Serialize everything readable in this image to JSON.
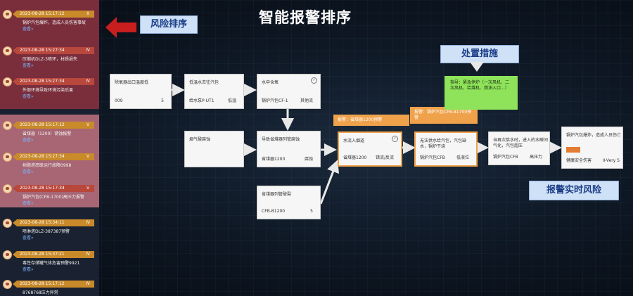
{
  "title": "智能报警排序",
  "callouts": {
    "risk_sort": "风险排序",
    "measures": "处置措施",
    "realtime_risk": "报警实时风险"
  },
  "alerts": [
    {
      "time": "2023-08-28  15:17:12",
      "level": "II",
      "text": "锅炉汽包爆炸，造成人员伤害事故",
      "more": "查看»",
      "style": "orange"
    },
    {
      "time": "2023-08-28  15:27:34",
      "level": "IV",
      "text": "压缩机DLZ-3喷环，材质损失",
      "more": "查看»",
      "style": "red"
    },
    {
      "time": "2023-08-28  15:27:34",
      "level": "IV",
      "text": "外部环境导致环境污染后果",
      "more": "查看»",
      "style": "red"
    },
    {
      "time": "2023-08-28  15:17:12",
      "level": "V",
      "text": "省煤器（1200）锈蚀报警",
      "more": "查看»",
      "style": "orange"
    },
    {
      "time": "2023-08-28  15:27:34",
      "level": "V",
      "text": "树脂塔串联运行故障0998",
      "more": "查看»",
      "style": "orange"
    },
    {
      "time": "2023-08-28  15:17:34",
      "level": "V",
      "text": "锅炉汽包(CFB-1700)高压力报警",
      "more": "查看»",
      "style": "red"
    },
    {
      "time": "2023-08-28  15:34:11",
      "level": "IV",
      "text": "喷淋塔DLZ-387387预警",
      "more": "查看»",
      "style": "orange"
    },
    {
      "time": "2023-08-28  15:37:21",
      "level": "IV",
      "text": "毒性存储罐气体危害预警9921",
      "more": "查看»",
      "style": "orange"
    },
    {
      "time": "2023-08-28  15:17:12",
      "level": "IV",
      "text": "8768768压力异常",
      "more": "",
      "style": "orange"
    }
  ],
  "nodes": {
    "n1": {
      "title": "除氧器出口温度低",
      "left": "009",
      "right": "5"
    },
    "n2": {
      "title": "低温水去往汽包",
      "left": "给水泵P-UT1",
      "right": "低温"
    },
    "n3": {
      "title": "水中含氧",
      "left": "锅炉汽包CF-1",
      "right": "其他流"
    },
    "n4": {
      "title": "烟气酸腐蚀",
      "left": "",
      "right": ""
    },
    "n5": {
      "title": "导致省煤器列管腐蚀",
      "left": "省煤器1200",
      "right": "腐蚀"
    },
    "n6": {
      "title": "省煤器列管破裂",
      "left": "CFB-B1200",
      "right": "5"
    },
    "n7": {
      "title": "水流入烟道",
      "left": "省煤器1200",
      "right": "错流/反流"
    },
    "n8": {
      "title": "无法供水给汽包，汽包缺水，锅炉干烧",
      "left": "锅炉汽包CFB",
      "right": "低液位"
    },
    "n9": {
      "title": "当再次供水时，进入的水瞬间气化，汽包超压",
      "left": "锅炉汽包CFB",
      "right": "高压力"
    },
    "n10": {
      "title": "锅炉汽包爆炸，造成人员伤亡",
      "left": "健康安全伤害",
      "right": "II-Very S"
    }
  },
  "badges": {
    "b1": "报警：省煤器1200预警",
    "b2": "报警：锅炉汽包CFB-B1700预警"
  },
  "measure_text": "指导：紧急停炉（一次风机、二次风机、给煤机、燃油入口...）",
  "colors": {
    "accent_orange": "#f0a24a",
    "alert_red": "#b8473c",
    "green": "#8ee35a",
    "callout_blue": "#cfe1f7"
  }
}
